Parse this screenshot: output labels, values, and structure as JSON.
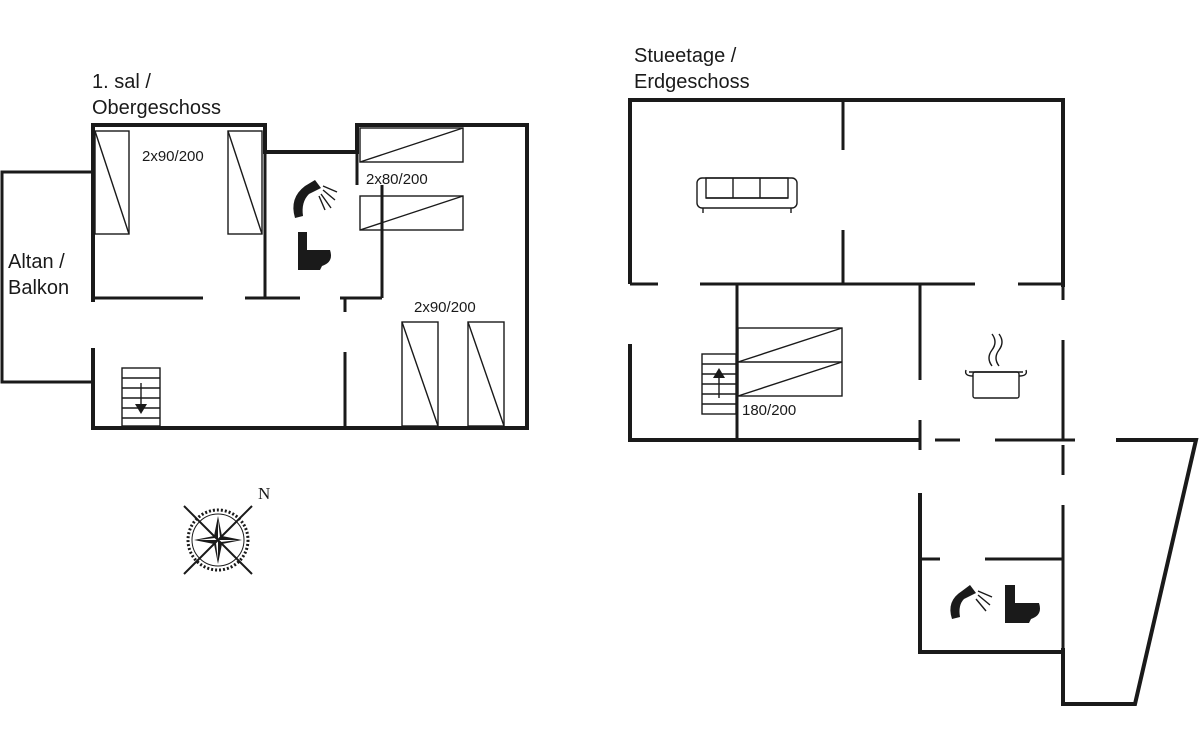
{
  "upper_floor": {
    "title_line1": "1. sal /",
    "title_line2": "Obergeschoss",
    "balcony_line1": "Altan /",
    "balcony_line2": "Balkon",
    "bed_label_left": "2x90/200",
    "bed_label_mid": "2x80/200",
    "bed_label_right": "2x90/200"
  },
  "ground_floor": {
    "title_line1": "Stueetage /",
    "title_line2": "Erdgeschoss",
    "bed_label": "180/200"
  },
  "compass": {
    "north_label": "N"
  },
  "colors": {
    "line": "#1a1a1a",
    "background": "#ffffff"
  }
}
